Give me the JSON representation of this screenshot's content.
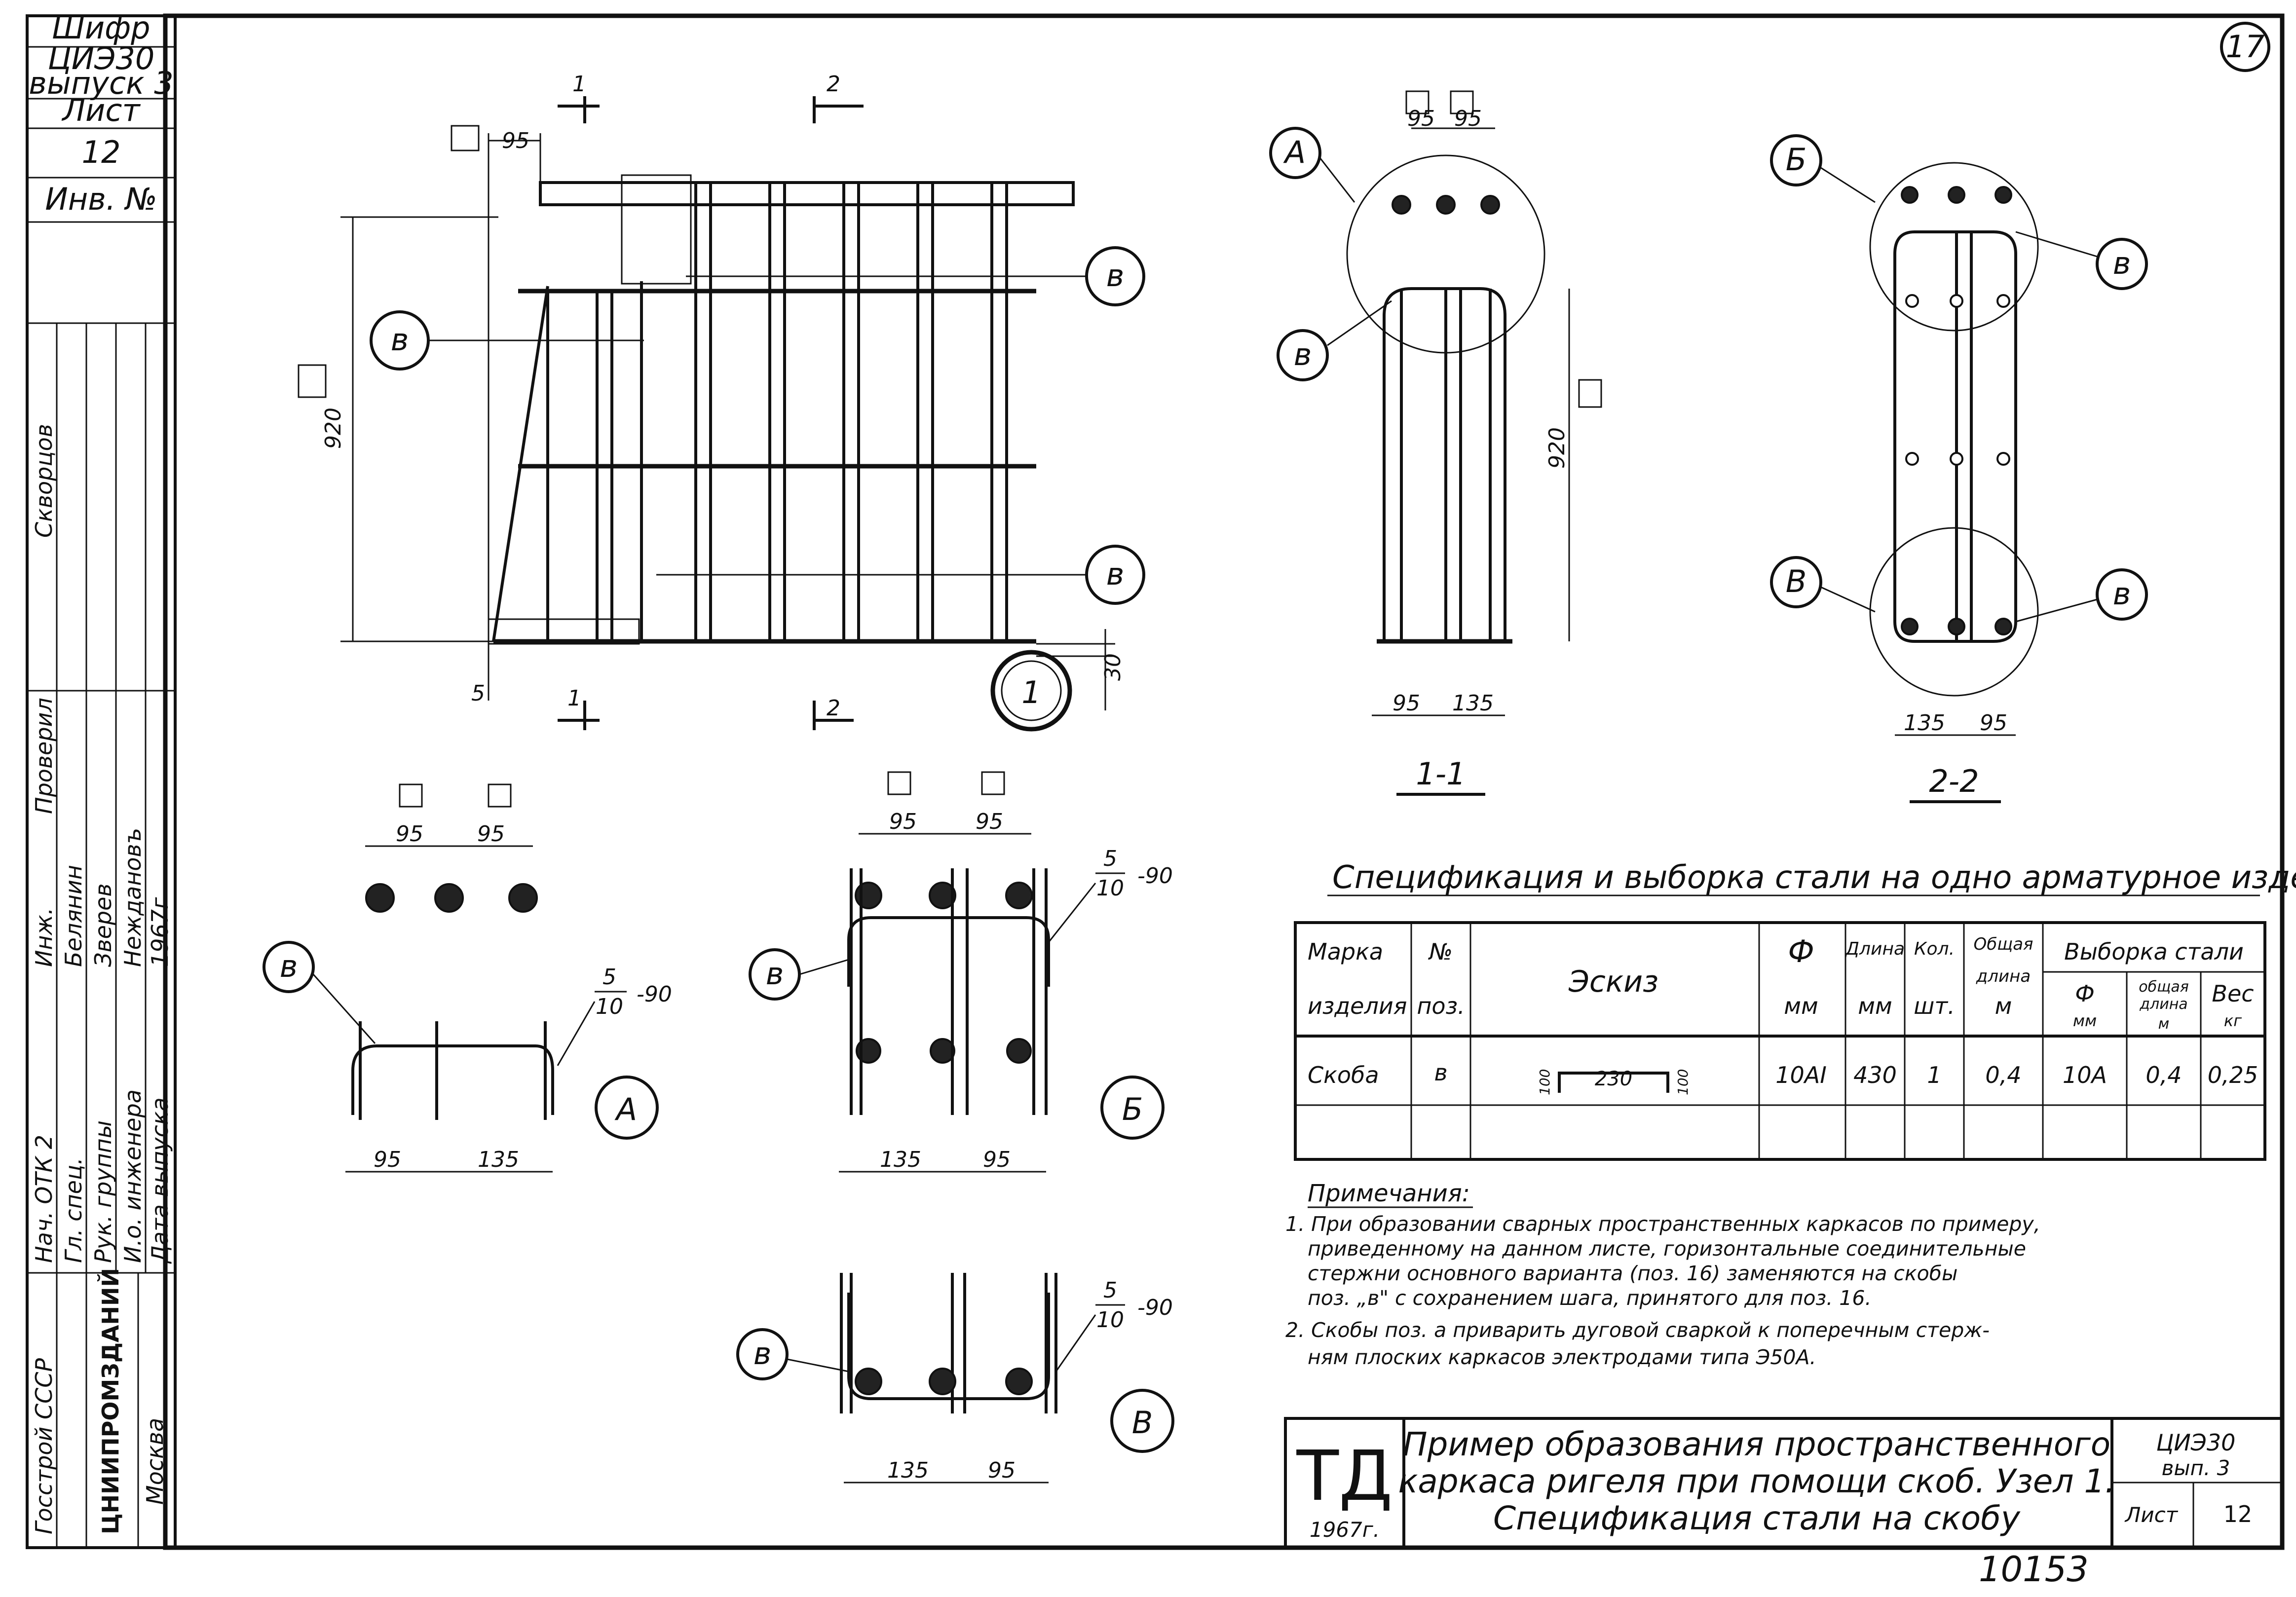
{
  "stamp": {
    "code_label": "Шифр",
    "code_value": "ЦИЭ30",
    "issue": "выпуск 3",
    "sheet_label": "Лист",
    "sheet_number": "12",
    "inv_label": "Инв. №",
    "roles": [
      "Нач. ОТК 2",
      "Гл. спец.",
      "Рук. группы",
      "И.о. инженера",
      "Дата выпуска"
    ],
    "discipline": "Инж.",
    "names": [
      "Белянин",
      "Зверев",
      "Неждановъ"
    ],
    "year": "1967г",
    "checked_label": "Проверил",
    "city": "Москва",
    "org": "ЦНИИПРОМЗДАНИЙ",
    "gosstroy": "Госстрой СССР",
    "approved_name": "Скворцов"
  },
  "page_number": "17",
  "main_view": {
    "label": "1",
    "dims": {
      "top_95": "95",
      "height_920": "920",
      "bottom_5": "5",
      "bottom_30": "30"
    },
    "cut_marks": [
      "1",
      "2",
      "1",
      "2"
    ],
    "callouts": [
      "в",
      "в",
      "в"
    ]
  },
  "section_1": {
    "label": "1-1",
    "dims": {
      "top_a": "95",
      "top_b": "95",
      "bot_a": "95",
      "bot_b": "135",
      "height": "920"
    },
    "callouts": {
      "zone": "А",
      "part": "в"
    }
  },
  "section_2": {
    "label": "2-2",
    "dims": {
      "bot_a": "135",
      "bot_b": "95"
    },
    "callouts": {
      "zone_top": "Б",
      "zone_bottom": "В",
      "part": "в"
    }
  },
  "detail_a": {
    "label": "А",
    "dims": {
      "top_a": "95",
      "top_b": "95",
      "bot_a": "95",
      "bot_b": "135"
    },
    "weld": {
      "num": "5",
      "den": "10",
      "len": "-90"
    },
    "callout": "в"
  },
  "detail_b": {
    "label": "Б",
    "dims": {
      "top_a": "95",
      "top_b": "95",
      "bot_a": "135",
      "bot_b": "95"
    },
    "weld": {
      "num": "5",
      "den": "10",
      "len": "-90"
    },
    "callout": "в"
  },
  "detail_v": {
    "label": "В",
    "dims": {
      "bot_a": "135",
      "bot_b": "95"
    },
    "weld": {
      "num": "5",
      "den": "10",
      "len": "-90"
    },
    "callout": "в"
  },
  "spec": {
    "title": "Спецификация и выборка стали на одно арматурное изделие",
    "headers": {
      "mark": [
        "Марка",
        "изделия"
      ],
      "pos": [
        "№",
        "поз."
      ],
      "sketch": "Эскиз",
      "diam": [
        "Ф",
        "мм"
      ],
      "length": [
        "Длина",
        "мм"
      ],
      "qty": [
        "Кол.",
        "шт."
      ],
      "total": [
        "Общая",
        "длина",
        "м"
      ],
      "selection": "Выборка стали",
      "sel_diam": [
        "Ф",
        "мм"
      ],
      "sel_len": [
        "общая",
        "длина",
        "м"
      ],
      "sel_weight": [
        "Вес",
        "кг"
      ]
    },
    "row": {
      "mark": "Скоба",
      "pos": "в",
      "sketch_len": "230",
      "sketch_leg_left": "100",
      "sketch_leg_right": "100",
      "diam": "10АI",
      "length": "430",
      "qty": "1",
      "total": "0,4",
      "sel_diam": "10А",
      "sel_len": "0,4",
      "sel_weight": "0,25"
    }
  },
  "notes": {
    "title": "Примечания:",
    "lines": [
      "1. При образовании сварных пространственных каркасов по примеру,",
      "приведенному на данном листе, горизонтальные соединительные",
      "стержни основного варианта (поз. 16) заменяются на скобы",
      "поз. „в\" с сохранением шага, принятого для поз. 16.",
      "2. Скобы поз. а приварить дуговой сваркой к поперечным стерж-",
      "ням плоских каркасов электродами типа Э50А."
    ]
  },
  "title_block": {
    "logo": "ТД",
    "year": "1967г.",
    "title_lines": [
      "Пример образования пространственного",
      "каркаса ригеля при помощи скоб. Узел 1.",
      "Спецификация стали на скобу"
    ],
    "code": "ЦИЭ30",
    "issue": "вып. 3",
    "sheet_label": "Лист",
    "sheet_number": "12"
  },
  "archive_number": "10153"
}
